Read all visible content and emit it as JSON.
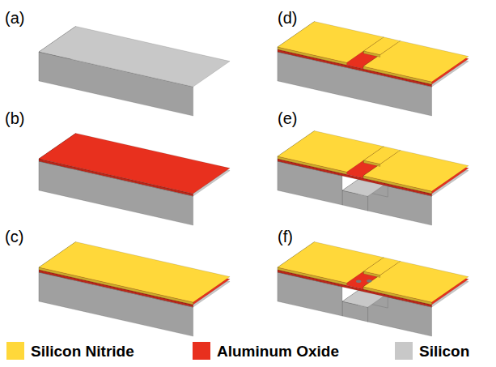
{
  "diagram": {
    "labels": [
      "(a)",
      "(b)",
      "(c)",
      "(d)",
      "(e)",
      "(f)"
    ],
    "legend": [
      {
        "text": "Silicon Nitride",
        "color": "#FFD83A"
      },
      {
        "text": "Aluminum Oxide",
        "color": "#E8301E"
      },
      {
        "text": "Silicon",
        "color": "#C8C8C8"
      }
    ]
  }
}
